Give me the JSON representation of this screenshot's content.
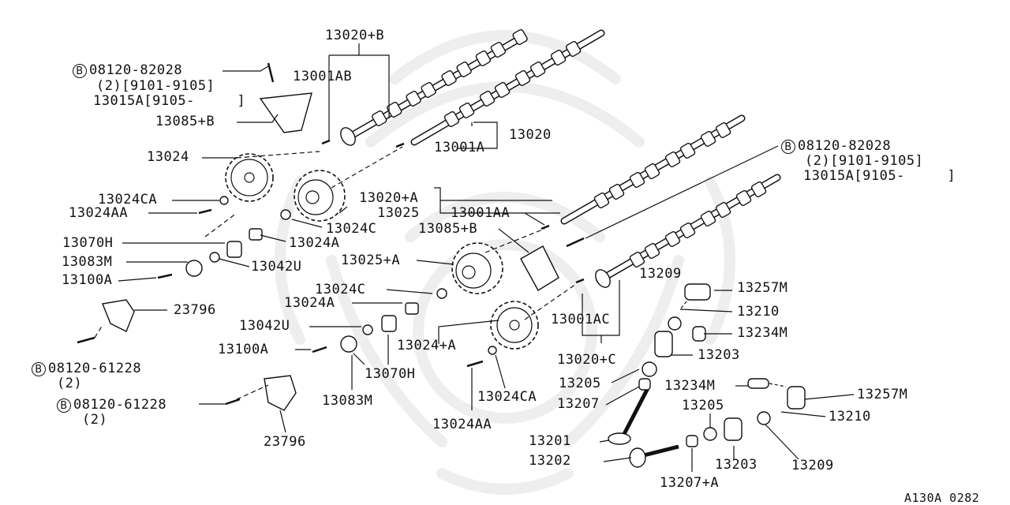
{
  "labels": {
    "l_13020B": "13020+B",
    "l_08120_82028_a": "08120-82028",
    "l_2_9101_a": "(2)[9101-9105]",
    "l_13015A_a": "13015A[9105-     ]",
    "l_13001AB": "13001AB",
    "l_13085B_a": "13085+B",
    "l_13024": "13024",
    "l_13020": "13020",
    "l_13001A": "13001A",
    "l_08120_82028_b": "08120-82028",
    "l_2_9101_b": "(2)[9101-9105]",
    "l_13015A_b": "13015A[9105-     ]",
    "l_13024CA_a": "13024CA",
    "l_13024AA_a": "13024AA",
    "l_13020A": "13020+A",
    "l_13025": "13025",
    "l_13001AA": "13001AA",
    "l_13024C_a": "13024C",
    "l_13085B_b": "13085+B",
    "l_13070H_a": "13070H",
    "l_13024A_a": "13024A",
    "l_13083M_a": "13083M",
    "l_13042U_a": "13042U",
    "l_13025A": "13025+A",
    "l_13100A_a": "13100A",
    "l_13209_a": "13209",
    "l_13257M_a": "13257M",
    "l_13024C_b": "13024C",
    "l_13024A_b": "13024A",
    "l_23796_a": "23796",
    "l_13210_a": "13210",
    "l_13001AC": "13001AC",
    "l_13042U_b": "13042U",
    "l_13234M_a": "13234M",
    "l_13024A_plus": "13024+A",
    "l_13100A_b": "13100A",
    "l_13203_a": "13203",
    "l_13020C": "13020+C",
    "l_08120_61228_a": "08120-61228",
    "l_2_a": "(2)",
    "l_13070H_b": "13070H",
    "l_13205_a": "13205",
    "l_13234M_b": "13234M",
    "l_13257M_b": "13257M",
    "l_13024CA_b": "13024CA",
    "l_13207": "13207",
    "l_13205_b": "13205",
    "l_13083M_b": "13083M",
    "l_08120_61228_b": "08120-61228",
    "l_13210_b": "13210",
    "l_2_b": "(2)",
    "l_13024AA_b": "13024AA",
    "l_23796_b": "23796",
    "l_13201": "13201",
    "l_13202": "13202",
    "l_13203_b": "13203",
    "l_13209_b": "13209",
    "l_13207A": "13207+A",
    "l_ref": "A130A 0282"
  },
  "bolt_marker": "B",
  "icons": {
    "bolt_marker_icon": "circled-letter-b-icon"
  },
  "colors": {
    "line": "#111111",
    "watermark": "#eeeeee",
    "background": "#ffffff"
  }
}
